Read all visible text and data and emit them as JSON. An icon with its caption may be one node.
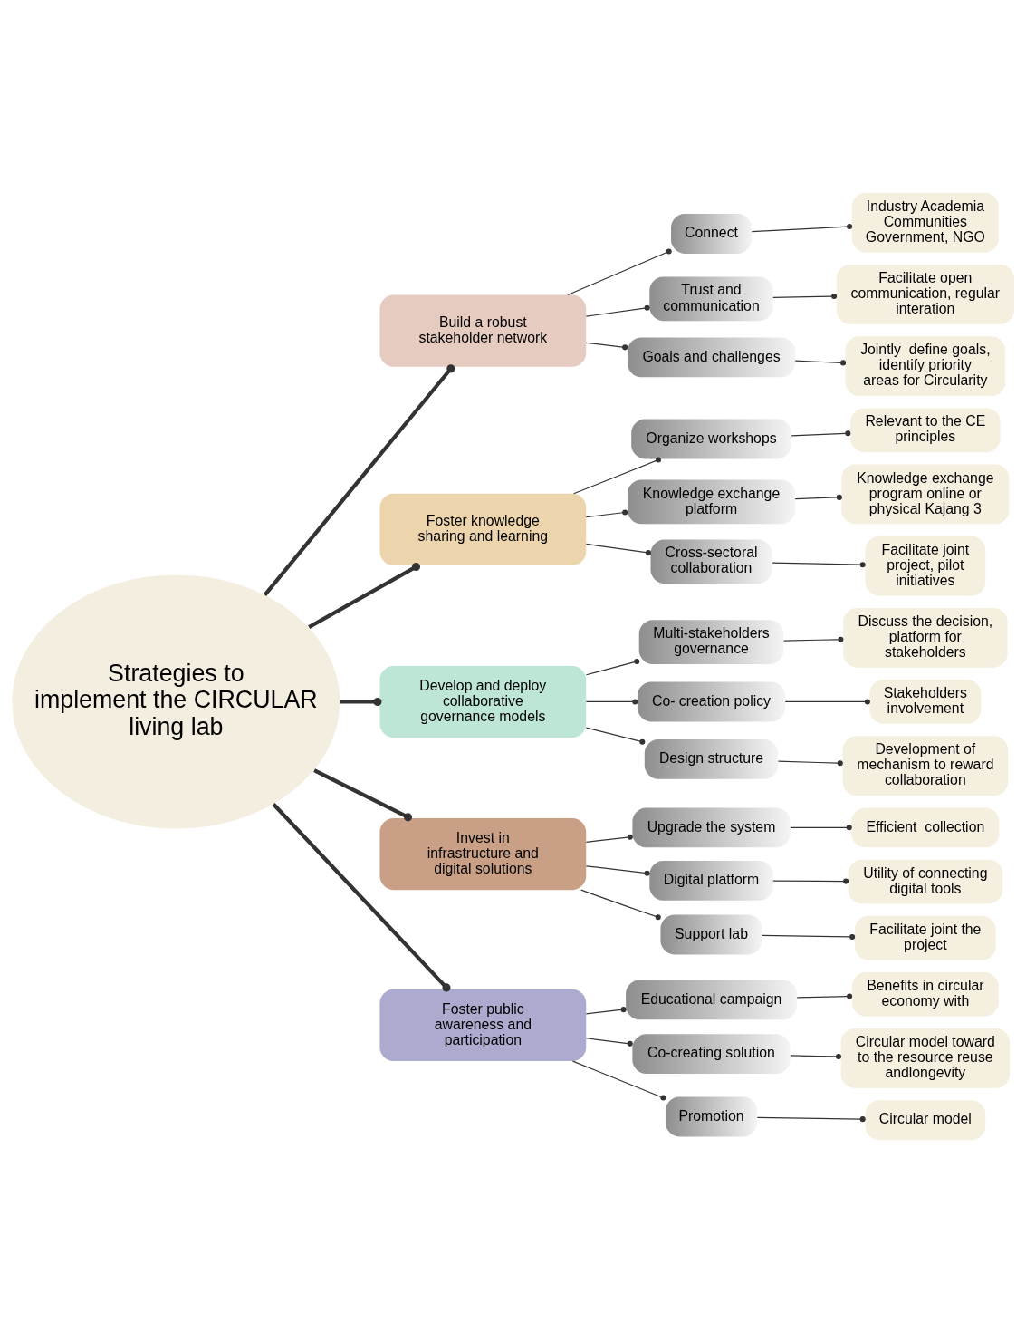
{
  "diagram": {
    "nodes": [
      {
        "text": [
          "Strategies to implement the CIRCULAR living lab"
        ]
      },
      {
        "text": [
          "Build a robust stakeholder network"
        ]
      },
      {
        "text": [
          "Connect"
        ]
      },
      {
        "text": [
          "Industry Academia Communities Government, NGO"
        ]
      },
      {
        "text": [
          "Trust and communication"
        ]
      },
      {
        "text": [
          "Facilitate open communication, regular interation"
        ]
      },
      {
        "text": [
          "Goals and challenges"
        ]
      },
      {
        "text": [
          "Jointly  define goals, identify priority areas for Circularity"
        ]
      },
      {
        "text": [
          "Foster knowledge sharing and learning"
        ]
      },
      {
        "text": [
          "Organize workshops"
        ]
      },
      {
        "text": [
          "Relevant to the CE principles"
        ]
      },
      {
        "text": [
          "Knowledge exchange platform"
        ]
      },
      {
        "text": [
          "Knowledge exchange program online or physical Kajang 3"
        ]
      },
      {
        "text": [
          "Cross-sectoral collaboration"
        ]
      },
      {
        "text": [
          "Facilitate joint  project, pilot initiatives"
        ]
      },
      {
        "text": [
          "Develop and deploy collaborative governance models"
        ]
      },
      {
        "text": [
          "Multi-stakeholders governance"
        ]
      },
      {
        "text": [
          "Discuss the decision, platform for stakeholders"
        ]
      },
      {
        "text": [
          "Co- creation policy"
        ]
      },
      {
        "text": [
          "Stakeholders involvement"
        ]
      },
      {
        "text": [
          "Design structure"
        ]
      },
      {
        "text": [
          "Development of mechanism to reward collaboration"
        ]
      },
      {
        "text": [
          "Invest in infrastructure and digital solutions"
        ]
      },
      {
        "text": [
          "Upgrade the system"
        ]
      },
      {
        "text": [
          "Efficient  collection"
        ]
      },
      {
        "text": [
          "Digital platform"
        ]
      },
      {
        "text": [
          "Utility of connecting digital tools"
        ]
      },
      {
        "text": [
          "Support lab"
        ]
      },
      {
        "text": [
          "Facilitate joint the project"
        ]
      },
      {
        "text": [
          "Foster public awareness and participation"
        ]
      },
      {
        "text": [
          "Educational campaign"
        ]
      },
      {
        "text": [
          "Benefits in circular economy with"
        ]
      },
      {
        "text": [
          "Co-creating solution"
        ]
      },
      {
        "text": [
          "Circular model toward to the resource reuse andlongevity"
        ]
      },
      {
        "text": [
          "Promotion"
        ]
      },
      {
        "text": [
          "Circular model"
        ]
      }
    ],
    "edges": [
      {
        "from": 0,
        "to": 1,
        "arrow": "other",
        "style": "thick"
      },
      {
        "from": 0,
        "to": 8,
        "arrow": "other",
        "style": "thick"
      },
      {
        "from": 0,
        "to": 15,
        "arrow": "other",
        "style": "thick"
      },
      {
        "from": 0,
        "to": 22,
        "arrow": "other",
        "style": "thick"
      },
      {
        "from": 0,
        "to": 29,
        "arrow": "other",
        "style": "thick"
      },
      {
        "from": 1,
        "to": 2,
        "arrow": "other"
      },
      {
        "from": 2,
        "to": 3,
        "arrow": "other"
      },
      {
        "from": 1,
        "to": 4,
        "arrow": "other"
      },
      {
        "from": 4,
        "to": 5,
        "arrow": "other"
      },
      {
        "from": 1,
        "to": 6,
        "arrow": "other"
      },
      {
        "from": 6,
        "to": 7,
        "arrow": "other"
      },
      {
        "from": 8,
        "to": 9,
        "arrow": "other"
      },
      {
        "from": 9,
        "to": 10,
        "arrow": "other"
      },
      {
        "from": 8,
        "to": 11,
        "arrow": "other"
      },
      {
        "from": 11,
        "to": 12,
        "arrow": "other"
      },
      {
        "from": 8,
        "to": 13,
        "arrow": "other"
      },
      {
        "from": 13,
        "to": 14,
        "arrow": "other"
      },
      {
        "from": 15,
        "to": 16,
        "arrow": "other"
      },
      {
        "from": 16,
        "to": 17,
        "arrow": "other"
      },
      {
        "from": 15,
        "to": 18,
        "arrow": "other"
      },
      {
        "from": 18,
        "to": 19,
        "arrow": "other"
      },
      {
        "from": 15,
        "to": 20,
        "arrow": "other"
      },
      {
        "from": 20,
        "to": 21,
        "arrow": "other"
      },
      {
        "from": 22,
        "to": 23,
        "arrow": "other"
      },
      {
        "from": 23,
        "to": 24,
        "arrow": "other"
      },
      {
        "from": 22,
        "to": 25,
        "arrow": "other"
      },
      {
        "from": 25,
        "to": 26,
        "arrow": "other"
      },
      {
        "from": 22,
        "to": 27,
        "arrow": "other"
      },
      {
        "from": 27,
        "to": 28,
        "arrow": "other"
      },
      {
        "from": 29,
        "to": 30,
        "arrow": "other"
      },
      {
        "from": 30,
        "to": 31,
        "arrow": "other"
      },
      {
        "from": 29,
        "to": 32,
        "arrow": "other"
      },
      {
        "from": 32,
        "to": 33,
        "arrow": "other"
      },
      {
        "from": 29,
        "to": 34,
        "arrow": "other"
      },
      {
        "from": 34,
        "to": 35,
        "arrow": "other"
      }
    ]
  }
}
